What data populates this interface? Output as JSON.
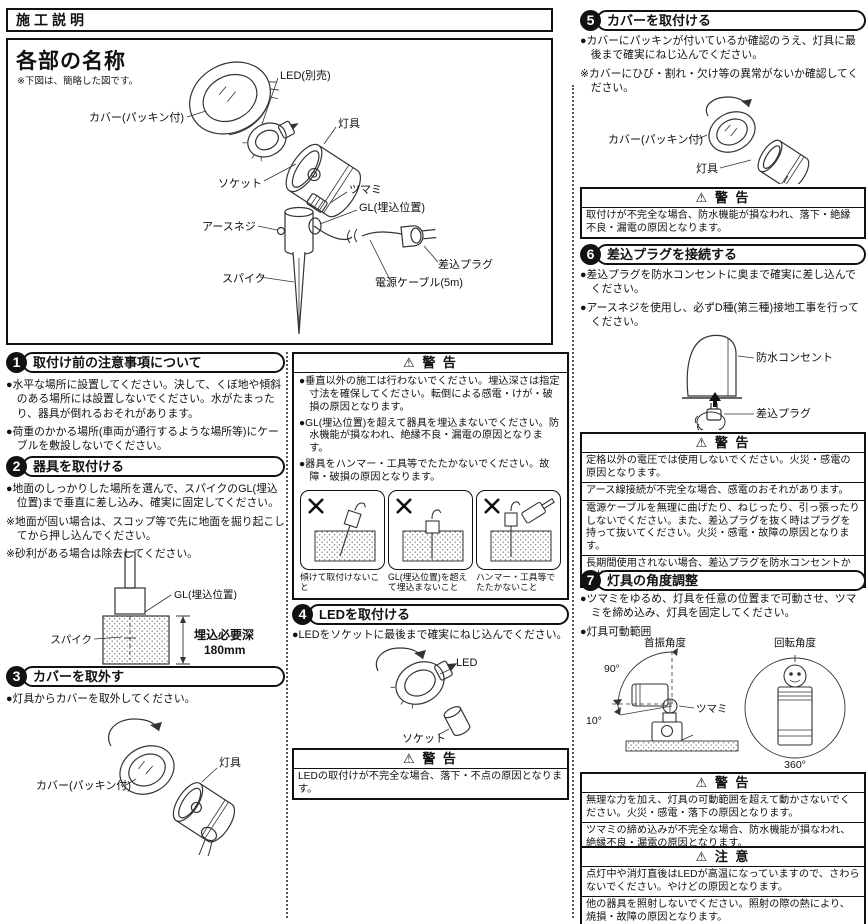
{
  "page": {
    "title": "施工説明"
  },
  "parts": {
    "heading": "各部の名称",
    "note": "※下図は、簡略した図です。",
    "labels": {
      "led": "LED(別売)",
      "cover": "カバー(パッキン付)",
      "lamp": "灯具",
      "socket": "ソケット",
      "knob": "ツマミ",
      "gl": "GL(埋込位置)",
      "earth": "アースネジ",
      "spike": "スパイク",
      "plug": "差込プラグ",
      "cable": "電源ケーブル(5m)"
    }
  },
  "warn_install": {
    "title": "⚠ 警 告",
    "items": [
      "●垂直以外の施工は行わないでください。埋込深さは指定寸法を確保してください。転倒による感電・けが・破損の原因となります。",
      "●GL(埋込位置)を超えて器具を埋込まないでください。防水機能が損なわれ、絶縁不良・漏電の原因となります。",
      "●器具をハンマー・工具等でたたかないでください。故障・破損の原因となります。"
    ],
    "captions": [
      "傾けて取付けないこと",
      "GL(埋込位置)を超えて埋込まないこと",
      "ハンマー・工具等でたたかないこと"
    ]
  },
  "s1": {
    "num": "1",
    "title": "取付け前の注意事項について",
    "items": [
      "●水平な場所に設置してください。決して、くぼ地や傾斜のある場所には設置しないでください。水がたまったり、器具が倒れるおそれがあります。",
      "●荷重のかかる場所(車両が通行するような場所等)にケーブルを敷設しないでください。"
    ]
  },
  "s2": {
    "num": "2",
    "title": "器具を取付ける",
    "items": [
      "●地面のしっかりした場所を選んで、スパイクのGL(埋込位置)まで垂直に差し込み、確実に固定してください。",
      "※地面が固い場合は、スコップ等で先に地面を掘り起こしてから押し込んでください。",
      "※砂利がある場合は除去してください。"
    ],
    "fig": {
      "gl": "GL(埋込位置)",
      "spike": "スパイク",
      "depth1": "埋込必要深",
      "depth2": "180mm"
    }
  },
  "s3": {
    "num": "3",
    "title": "カバーを取外す",
    "items": [
      "●灯具からカバーを取外してください。"
    ],
    "fig": {
      "cover": "カバー(パッキン付)",
      "lamp": "灯具"
    }
  },
  "s4": {
    "num": "4",
    "title": "LEDを取付ける",
    "items": [
      "●LEDをソケットに最後まで確実にねじ込んでください。"
    ],
    "fig": {
      "led": "LED",
      "socket": "ソケット"
    },
    "warn": {
      "title": "⚠ 警 告",
      "rows": [
        "LEDの取付けが不完全な場合、落下・不点の原因となります。"
      ]
    }
  },
  "s5": {
    "num": "5",
    "title": "カバーを取付ける",
    "items": [
      "●カバーにパッキンが付いているか確認のうえ、灯具に最後まで確実にねじ込んでください。",
      "※カバーにひび・割れ・欠け等の異常がないか確認してください。"
    ],
    "fig": {
      "cover": "カバー(パッキン付)",
      "lamp": "灯具"
    },
    "warn": {
      "title": "⚠ 警 告",
      "rows": [
        "取付けが不完全な場合、防水機能が損なわれ、落下・絶縁不良・漏電の原因となります。"
      ]
    }
  },
  "s6": {
    "num": "6",
    "title": "差込プラグを接続する",
    "items": [
      "●差込プラグを防水コンセントに奥まで確実に差し込んでください。",
      "●アースネジを使用し、必ずD種(第三種)接地工事を行ってください。"
    ],
    "fig": {
      "outlet": "防水コンセント",
      "plug": "差込プラグ"
    },
    "warn": {
      "title": "⚠ 警 告",
      "rows": [
        "定格以外の電圧では使用しないでください。火災・感電の原因となります。",
        "アース線接続が不完全な場合、感電のおそれがあります。",
        "電源ケーブルを無理に曲げたり、ねじったり、引っ張ったりしないでください。また、差込プラグを抜く時はプラグを持って抜いてください。火災・感電・故障の原因となります。",
        "長期間使用されない場合、差込プラグを防水コンセントから抜いてください。"
      ]
    }
  },
  "s7": {
    "num": "7",
    "title": "灯具の角度調整",
    "items": [
      "●ツマミをゆるめ、灯具を任意の位置まで可動させ、ツマミを締め込み、灯具を固定してください。",
      "●灯具可動範囲"
    ],
    "fig": {
      "swing": "首振角度",
      "rotate": "回転角度",
      "a90": "90°",
      "a10": "10°",
      "a360": "360°",
      "knob": "ツマミ"
    },
    "warn": {
      "title": "⚠ 警 告",
      "rows": [
        "無理な力を加え、灯具の可動範囲を超えて動かさないでください。火災・感電・落下の原因となります。",
        "ツマミの締め込みが不完全な場合、防水機能が損なわれ、絶縁不良・漏電の原因となります。"
      ]
    },
    "caution": {
      "title": "⚠ 注 意",
      "rows": [
        "点灯中や消灯直後はLEDが高温になっていますので、さわらないでください。やけどの原因となります。",
        "他の器具を照射しないでください。照射の際の熱により、焼損・故障の原因となります。"
      ]
    }
  }
}
